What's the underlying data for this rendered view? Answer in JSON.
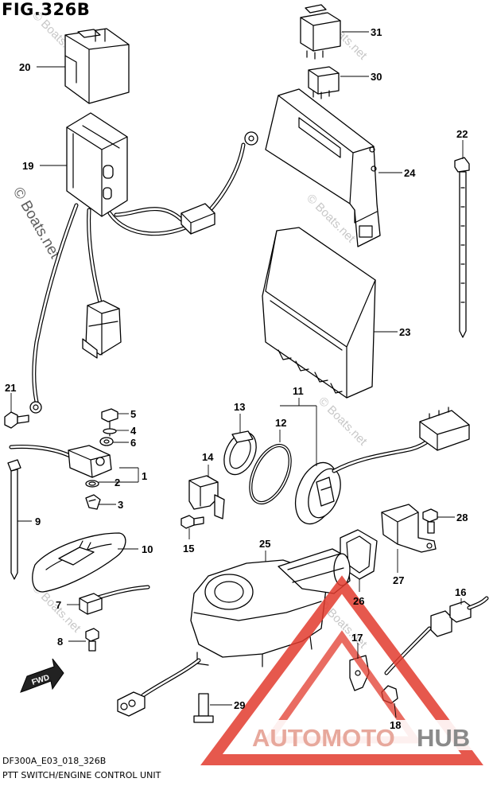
{
  "figure": {
    "title": "FIG.326B",
    "code": "DF300A_E03_018_326B",
    "caption": "PTT SWITCH/ENGINE CONTROL UNIT"
  },
  "watermark": {
    "text": "© Boats.net"
  },
  "logo": {
    "text_a": "AUTOMOTO",
    "text_b": "HUB",
    "color_a": "#e7a89c",
    "color_b": "#8a8a8a",
    "triangle_color": "#e23b2e"
  },
  "callouts": [
    {
      "id": "31",
      "label": "31"
    },
    {
      "id": "30",
      "label": "30"
    },
    {
      "id": "20",
      "label": "20"
    },
    {
      "id": "19",
      "label": "19"
    },
    {
      "id": "24",
      "label": "24"
    },
    {
      "id": "22",
      "label": "22"
    },
    {
      "id": "23",
      "label": "23"
    },
    {
      "id": "21",
      "label": "21"
    },
    {
      "id": "5",
      "label": "5"
    },
    {
      "id": "4",
      "label": "4"
    },
    {
      "id": "6",
      "label": "6"
    },
    {
      "id": "1",
      "label": "1"
    },
    {
      "id": "2",
      "label": "2"
    },
    {
      "id": "3",
      "label": "3"
    },
    {
      "id": "9",
      "label": "9"
    },
    {
      "id": "13",
      "label": "13"
    },
    {
      "id": "12",
      "label": "12"
    },
    {
      "id": "11",
      "label": "11"
    },
    {
      "id": "14",
      "label": "14"
    },
    {
      "id": "15",
      "label": "15"
    },
    {
      "id": "28",
      "label": "28"
    },
    {
      "id": "10",
      "label": "10"
    },
    {
      "id": "25",
      "label": "25"
    },
    {
      "id": "27",
      "label": "27"
    },
    {
      "id": "7",
      "label": "7"
    },
    {
      "id": "26",
      "label": "26"
    },
    {
      "id": "16",
      "label": "16"
    },
    {
      "id": "8",
      "label": "8"
    },
    {
      "id": "17",
      "label": "17"
    },
    {
      "id": "29",
      "label": "29"
    },
    {
      "id": "18",
      "label": "18"
    }
  ],
  "fwd": {
    "label": "FWD"
  }
}
